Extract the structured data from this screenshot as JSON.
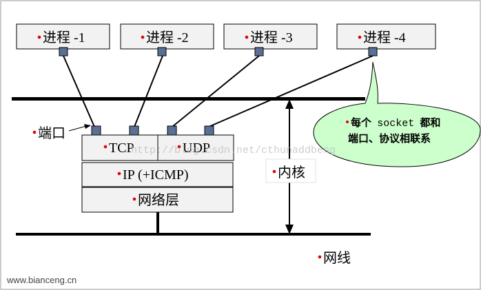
{
  "processes": [
    {
      "label": "进程 -1"
    },
    {
      "label": "进程 -2"
    },
    {
      "label": "进程 -3"
    },
    {
      "label": "进程 -4"
    }
  ],
  "stack": {
    "tcp": "TCP",
    "udp": "UDP",
    "ip": "IP (+ICMP)",
    "network_layer": "网络层"
  },
  "labels": {
    "port": "端口",
    "kernel": "内核",
    "network_wire": "网线"
  },
  "callout": {
    "prefix": "每个",
    "mono": "socket",
    "suffix": "都和",
    "line2": "端口、协议相联系"
  },
  "watermark": {
    "center": "http://blog.csdn.net/cthunaddbeng",
    "corner": "www.bianceng.cn"
  },
  "colors": {
    "bullet": "#e00000",
    "box_fill": "#f2f2f2",
    "port_fill": "#5a6f95",
    "callout_fill": "#ccffcc",
    "line": "#000000"
  }
}
